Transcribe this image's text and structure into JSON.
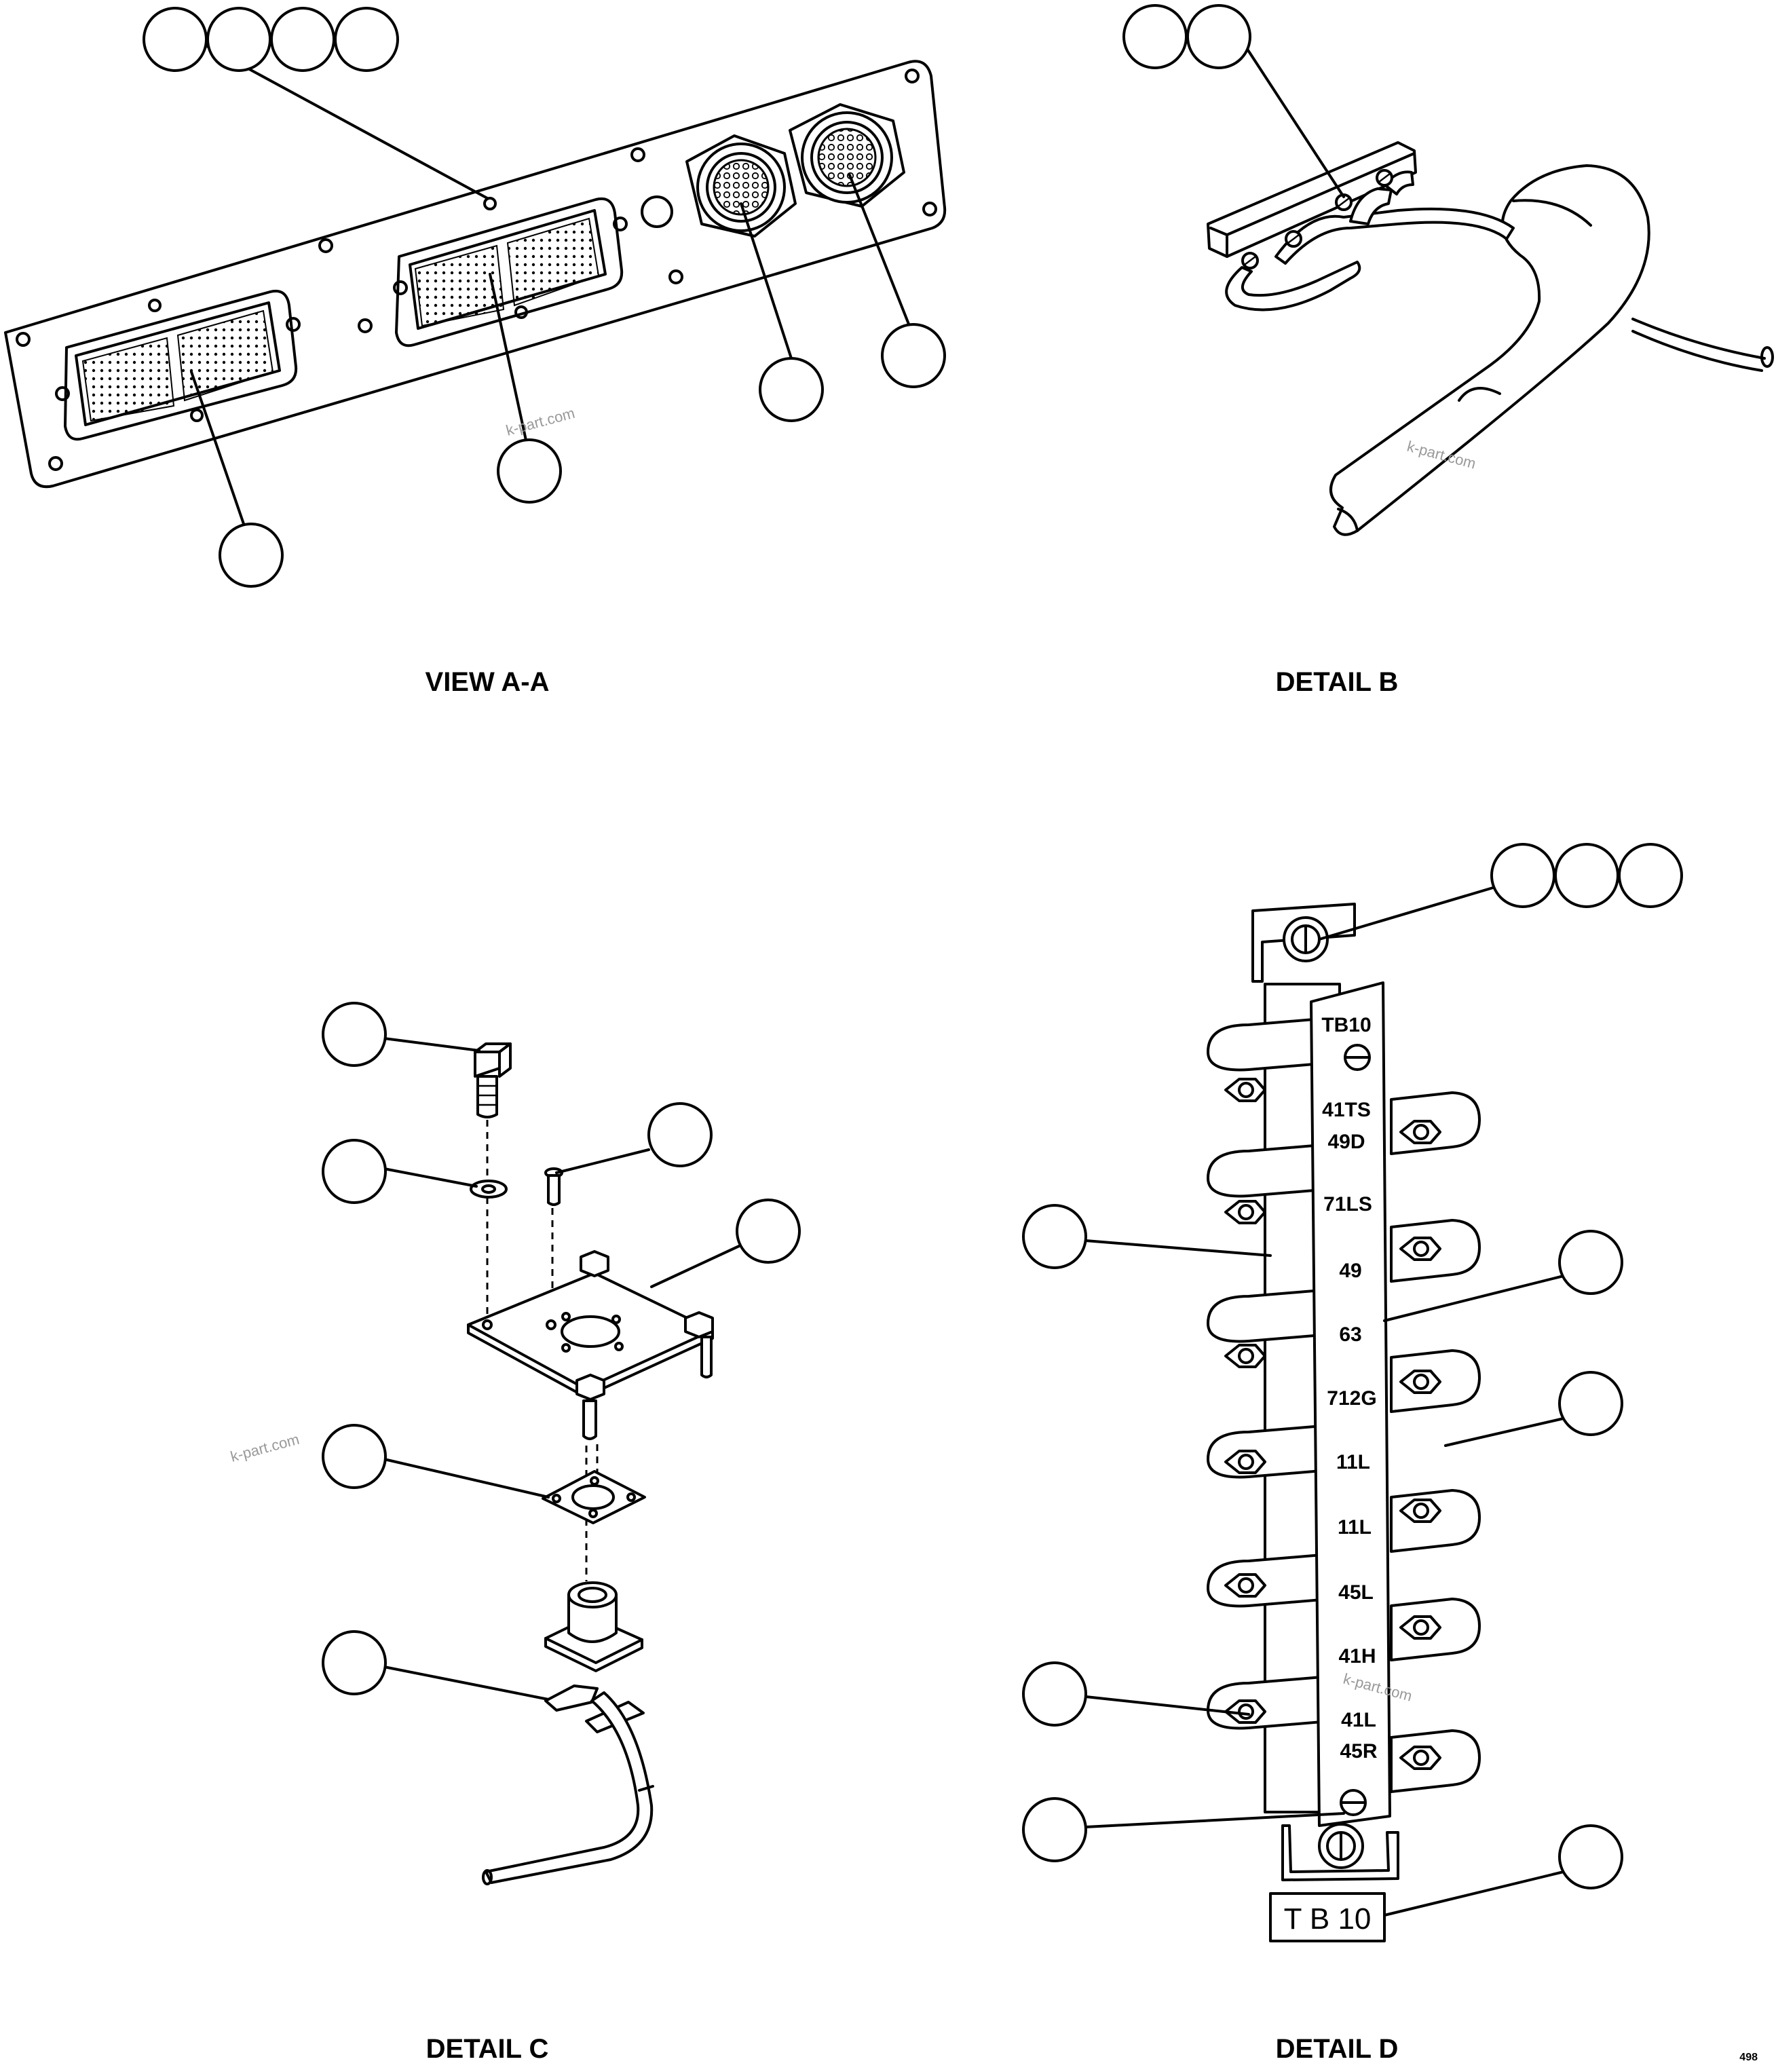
{
  "views": {
    "a": {
      "caption": "VIEW A-A"
    },
    "b": {
      "caption": "DETAIL B"
    },
    "c": {
      "caption": "DETAIL C"
    },
    "d": {
      "caption": "DETAIL D",
      "strip_labels": [
        "TB10",
        "41TS",
        "49D",
        "71LS",
        "49",
        "63",
        "712G",
        "11L",
        "11L",
        "45L",
        "41H",
        "41L",
        "45R"
      ],
      "tag_label": "T B 10"
    }
  },
  "watermark": "k-part.com",
  "sheet_number": "498"
}
